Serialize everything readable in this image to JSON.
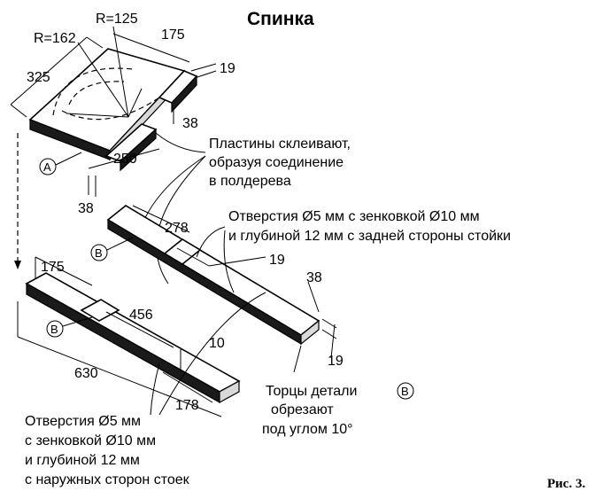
{
  "title": "Спинка",
  "figure_label": "Рис. 3.",
  "panel_a": {
    "label": "A",
    "r_outer": "R=162",
    "r_inner": "R=125",
    "width_top": "175",
    "length": "325",
    "thickness_a": "19",
    "thickness_b": "38",
    "depth": "250",
    "bottom_thick": "38"
  },
  "rail_upper": {
    "label": "B",
    "length_inner": "278",
    "thickness": "19",
    "width": "38",
    "end_thick": "19"
  },
  "rail_lower": {
    "label": "B",
    "notch": "175",
    "middle": "456",
    "total": "630",
    "right_part": "178",
    "depth": "10"
  },
  "notes": {
    "glue_line1": "Пластины склеивают,",
    "glue_line2": "образуя соединение",
    "glue_line3": "в полдерева",
    "holes_upper_line1": "Отверстия  Ø5 мм с зенковкой Ø10 мм",
    "holes_upper_line2": "и глубиной 12 мм с задней стороны стойки",
    "ends_line1": "Торцы детали",
    "ends_line2": "обрезают",
    "ends_line3": "под углом 10°",
    "ends_label": "B",
    "holes_lower_line1": "Отверстия  Ø5 мм",
    "holes_lower_line2": "с зенковкой  Ø10 мм",
    "holes_lower_line3": "и глубиной 12 мм",
    "holes_lower_line4": "с наружных сторон стоек"
  }
}
